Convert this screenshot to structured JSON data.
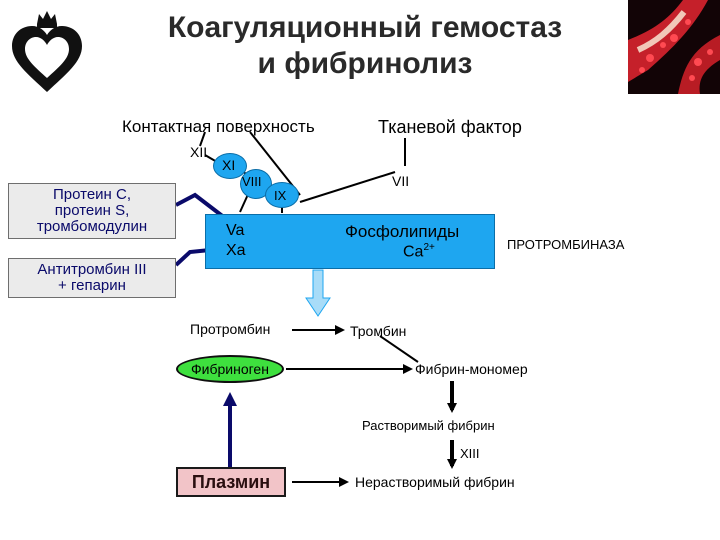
{
  "title": {
    "line1": "Коагуляционный гемостаз",
    "line2": "и фибринолиз"
  },
  "labels": {
    "contact_surface": "Контактная поверхность",
    "tissue_factor": "Тканевой фактор",
    "f12": "XII",
    "f11": "XI",
    "f8": "VIII",
    "f9": "IX",
    "f7": "VII",
    "f5a": "Va",
    "f10a": "Xa",
    "phospholipids": "Фосфолипиды",
    "calcium": "Ca",
    "calcium_sup": "2+",
    "prothrombinase": "ПРОТРОМБИНАЗА",
    "prothrombin": "Протромбин",
    "thrombin": "Тромбин",
    "fibrinogen": "Фибриноген",
    "fibrin_monomer": "Фибрин-мономер",
    "soluble_fibrin": "Растворимый фибрин",
    "f13": "XIII",
    "plasmin": "Плазмин",
    "insoluble_fibrin": "Нерастворимый фибрин"
  },
  "inhibitors": {
    "box1": {
      "line1": "Протеин С,",
      "line2": "протеин S,",
      "line3": "тромбомодулин"
    },
    "box2": {
      "line1": "Антитромбин III",
      "line2": "+ гепарин"
    }
  },
  "colors": {
    "navy": "#0a0a6a",
    "cyan": "#1ea6f0",
    "green": "#3ee03e",
    "pink": "#f2c4c8",
    "light_blue_arrow": "#a8dcf8"
  }
}
